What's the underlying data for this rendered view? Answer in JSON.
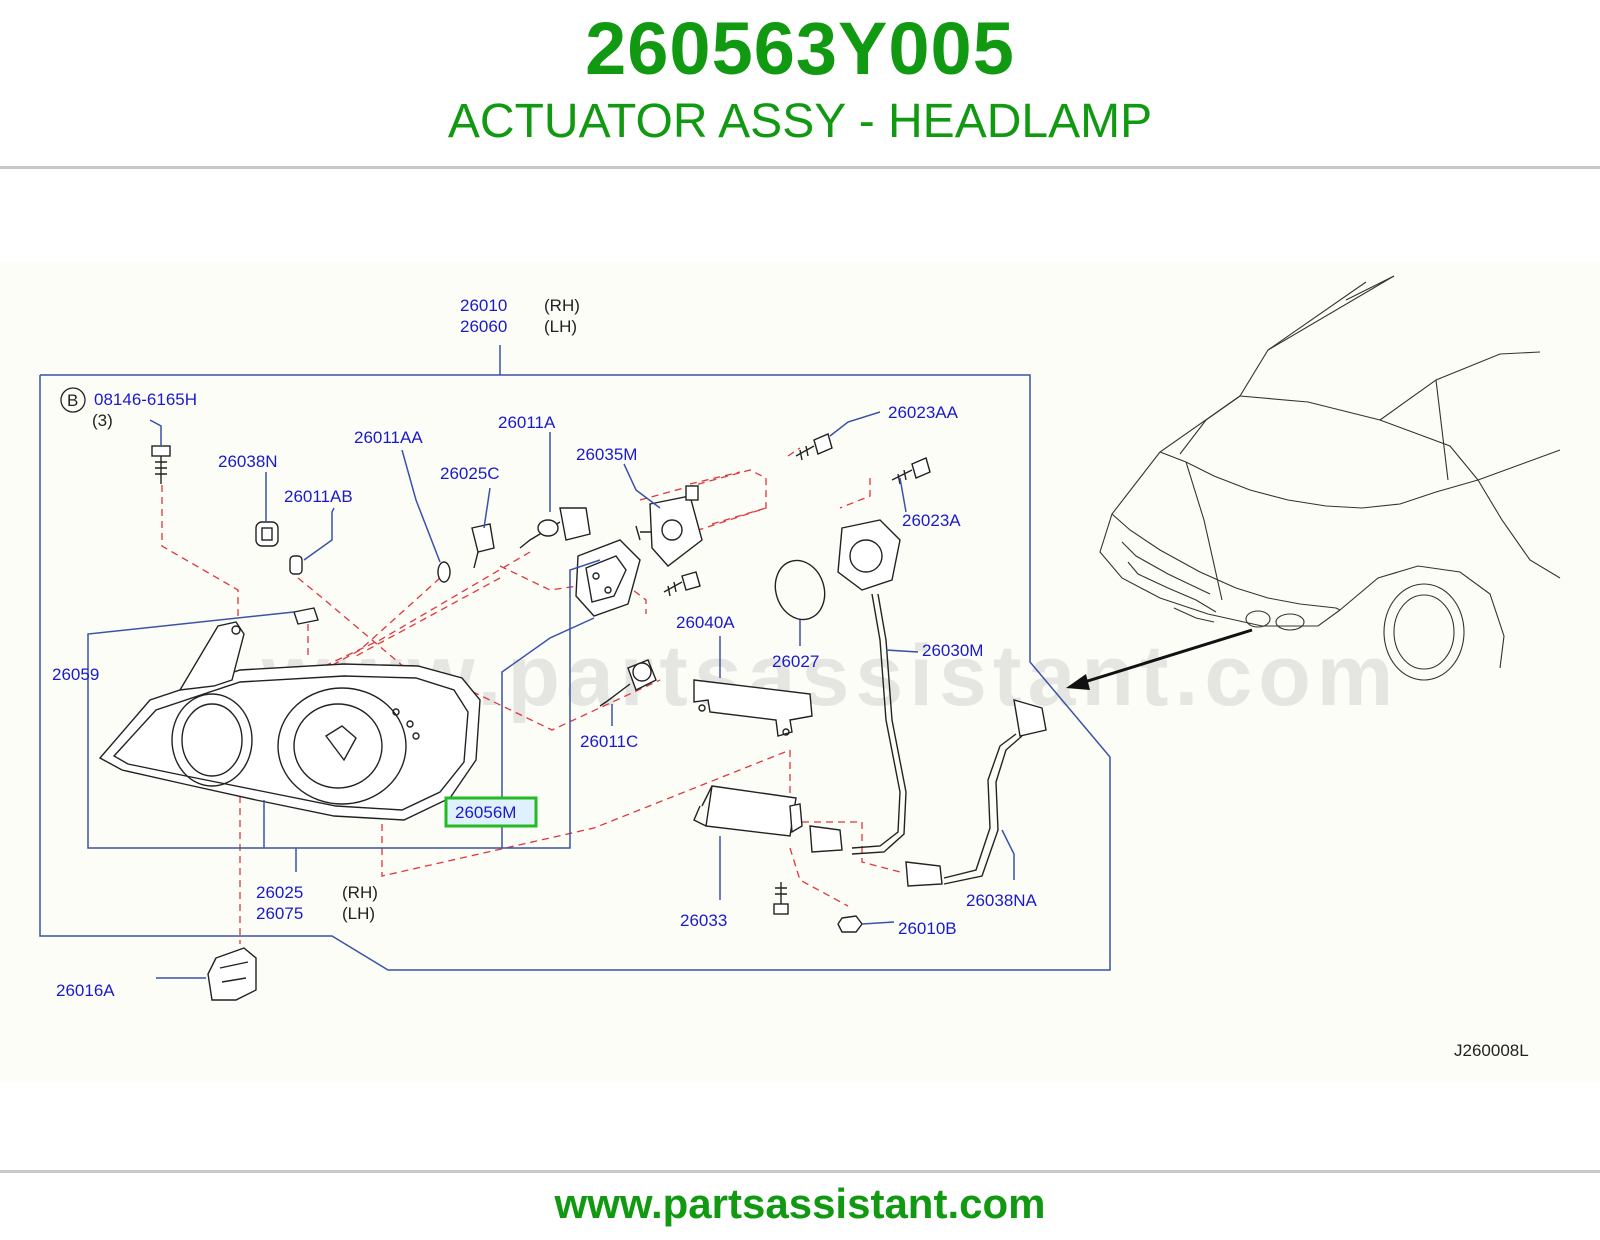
{
  "header": {
    "part_number": "260563Y005",
    "part_name": "ACTUATOR ASSY - HEADLAMP"
  },
  "diagram": {
    "watermark": "www.partsassistant.com",
    "code": "J260008L",
    "highlighted_label": "26056M",
    "highlight_color": "#22bb22",
    "label_color": "#1a1acc",
    "labels": {
      "l26010": "26010",
      "l26060": "26060",
      "rh_top": "(RH)",
      "lh_top": "(LH)",
      "bolt_callout": "B",
      "l08146": "08146-6165H",
      "qty3": "(3)",
      "l26023AA": "26023AA",
      "l26011AA": "26011AA",
      "l26011A": "26011A",
      "l26038N": "26038N",
      "l26035M": "26035M",
      "l26025C": "26025C",
      "l26011AB": "26011AB",
      "l26023A": "26023A",
      "l26040A": "26040A",
      "l26027": "26027",
      "l26030M": "26030M",
      "l26059": "26059",
      "l26011C": "26011C",
      "l26056M": "26056M",
      "l26025": "26025",
      "l26075": "26075",
      "rh_bottom": "(RH)",
      "lh_bottom": "(LH)",
      "l26038NA": "26038NA",
      "l26033": "26033",
      "l26010B": "26010B",
      "l26016A": "26016A"
    }
  },
  "footer": {
    "url": "www.partsassistant.com"
  }
}
